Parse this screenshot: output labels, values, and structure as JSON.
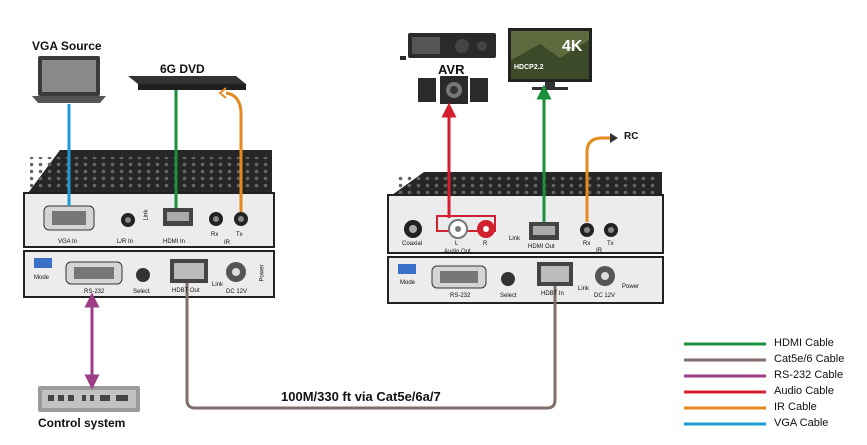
{
  "sources": {
    "vga_source": "VGA Source",
    "dvd": "6G DVD",
    "avr": "AVR",
    "tv_badge_4k": "4K",
    "tv_badge_hdcp": "HDCP2.2",
    "rc": "RC",
    "control_system": "Control system"
  },
  "cable_run": "100M/330 ft via Cat5e/6a/7",
  "tx": {
    "top_ports": [
      "VGA In",
      "L/R In",
      "Link",
      "HDMI In",
      "Rx",
      "Tx",
      "IR"
    ],
    "bottom_ports": [
      "Mode",
      "RS-232",
      "Select",
      "HDBT Out",
      "Link",
      "DC 12V",
      "Power"
    ]
  },
  "rx": {
    "top_ports": [
      "Coaxial",
      "L",
      "R",
      "Audio Out",
      "Link",
      "HDMI Out",
      "Rx",
      "Tx",
      "IR"
    ],
    "bottom_ports": [
      "Mode",
      "RS-232",
      "Select",
      "HDBT In",
      "Link",
      "DC 12V",
      "Power"
    ]
  },
  "legend": [
    {
      "label": "HDMI Cable",
      "color": "#1a8f3c"
    },
    {
      "label": "Cat5e/6 Cable",
      "color": "#7d6f67"
    },
    {
      "label": "RS-232 Cable",
      "color": "#9c3d86"
    },
    {
      "label": "Audio Cable",
      "color": "#d3202f"
    },
    {
      "label": "IR Cable",
      "color": "#e58a1f"
    },
    {
      "label": "VGA Cable",
      "color": "#1e9ad6"
    }
  ],
  "colors": {
    "hdmi": "#1a8f3c",
    "cat": "#7d6f67",
    "rs232": "#9c3d86",
    "audio": "#d3202f",
    "ir": "#e58a1f",
    "vga": "#1e9ad6",
    "box": "#1f1f1f"
  }
}
